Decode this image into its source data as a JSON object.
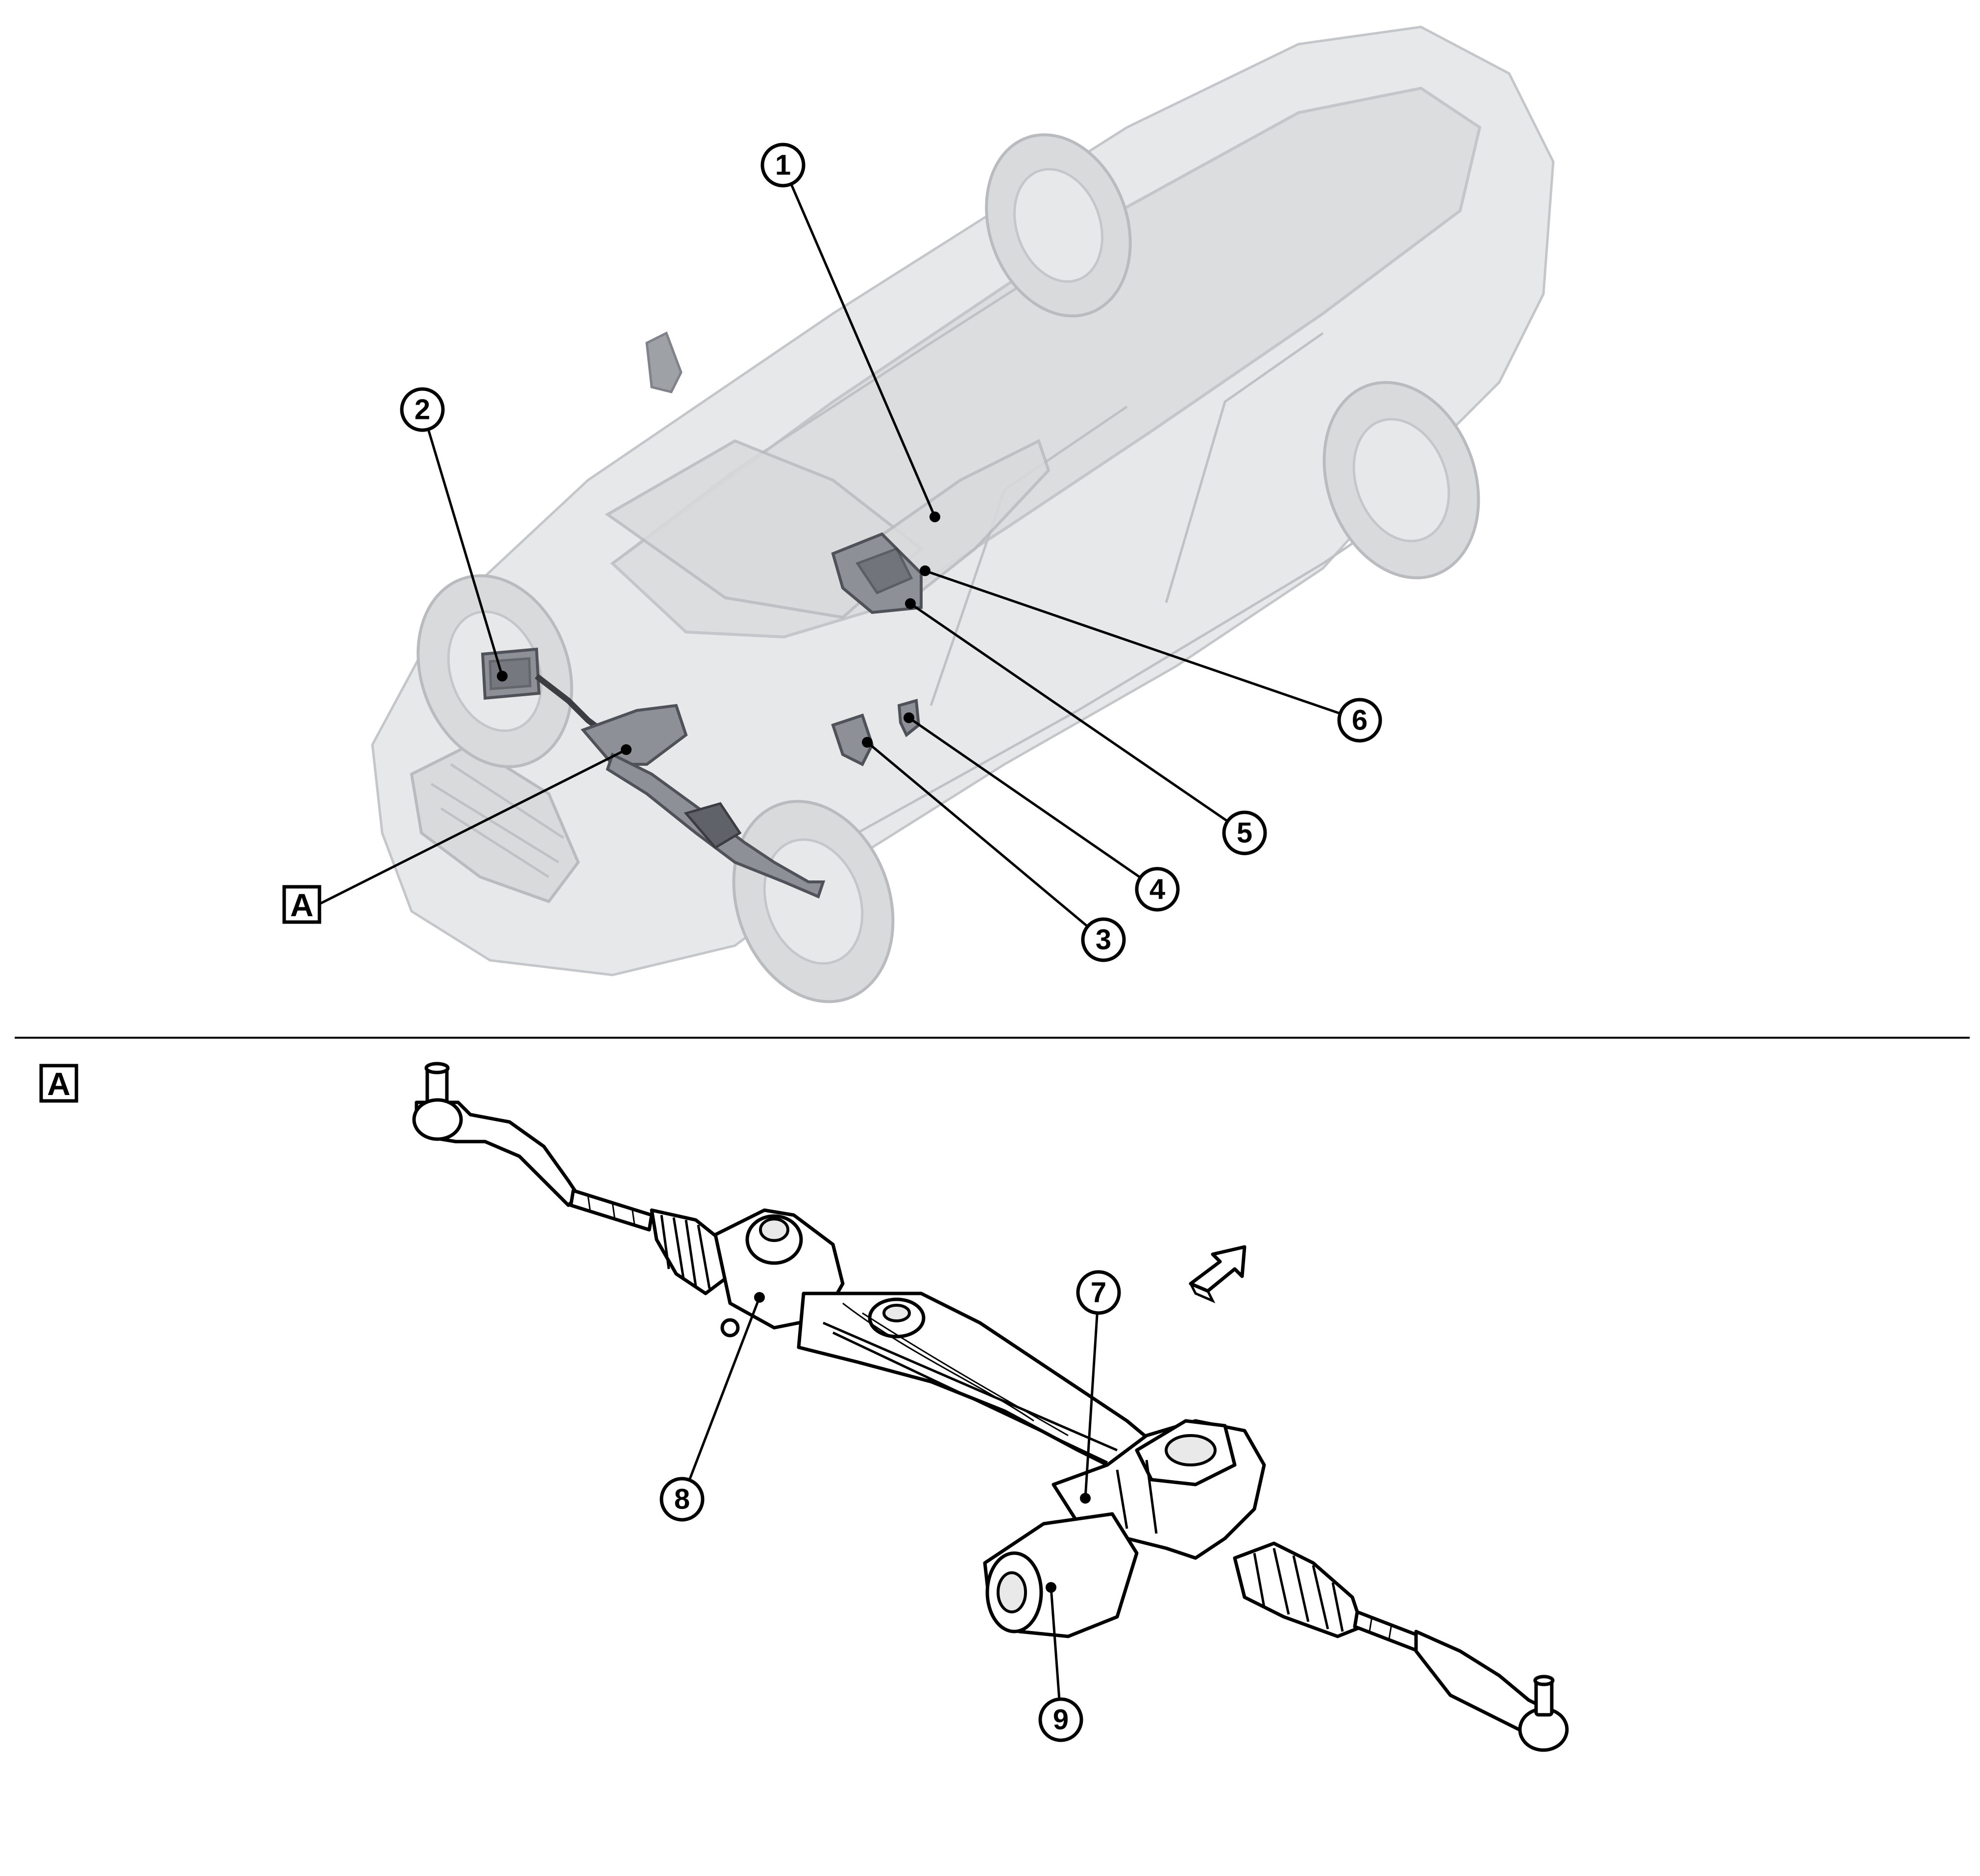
{
  "callouts": {
    "c1": "1",
    "c2": "2",
    "c3": "3",
    "c4": "4",
    "c5": "5",
    "c6": "6",
    "c7": "7",
    "c8": "8",
    "c9": "9"
  },
  "view_tags": {
    "detail_pointer": "A",
    "detail_heading": "A"
  },
  "icons": {
    "front_arrow": "front-direction-arrow-icon"
  },
  "colors": {
    "ink": "#000000",
    "vehicle_ghost": "#d9dadc",
    "component_highlight": "#8d9096",
    "background": "#ffffff"
  }
}
